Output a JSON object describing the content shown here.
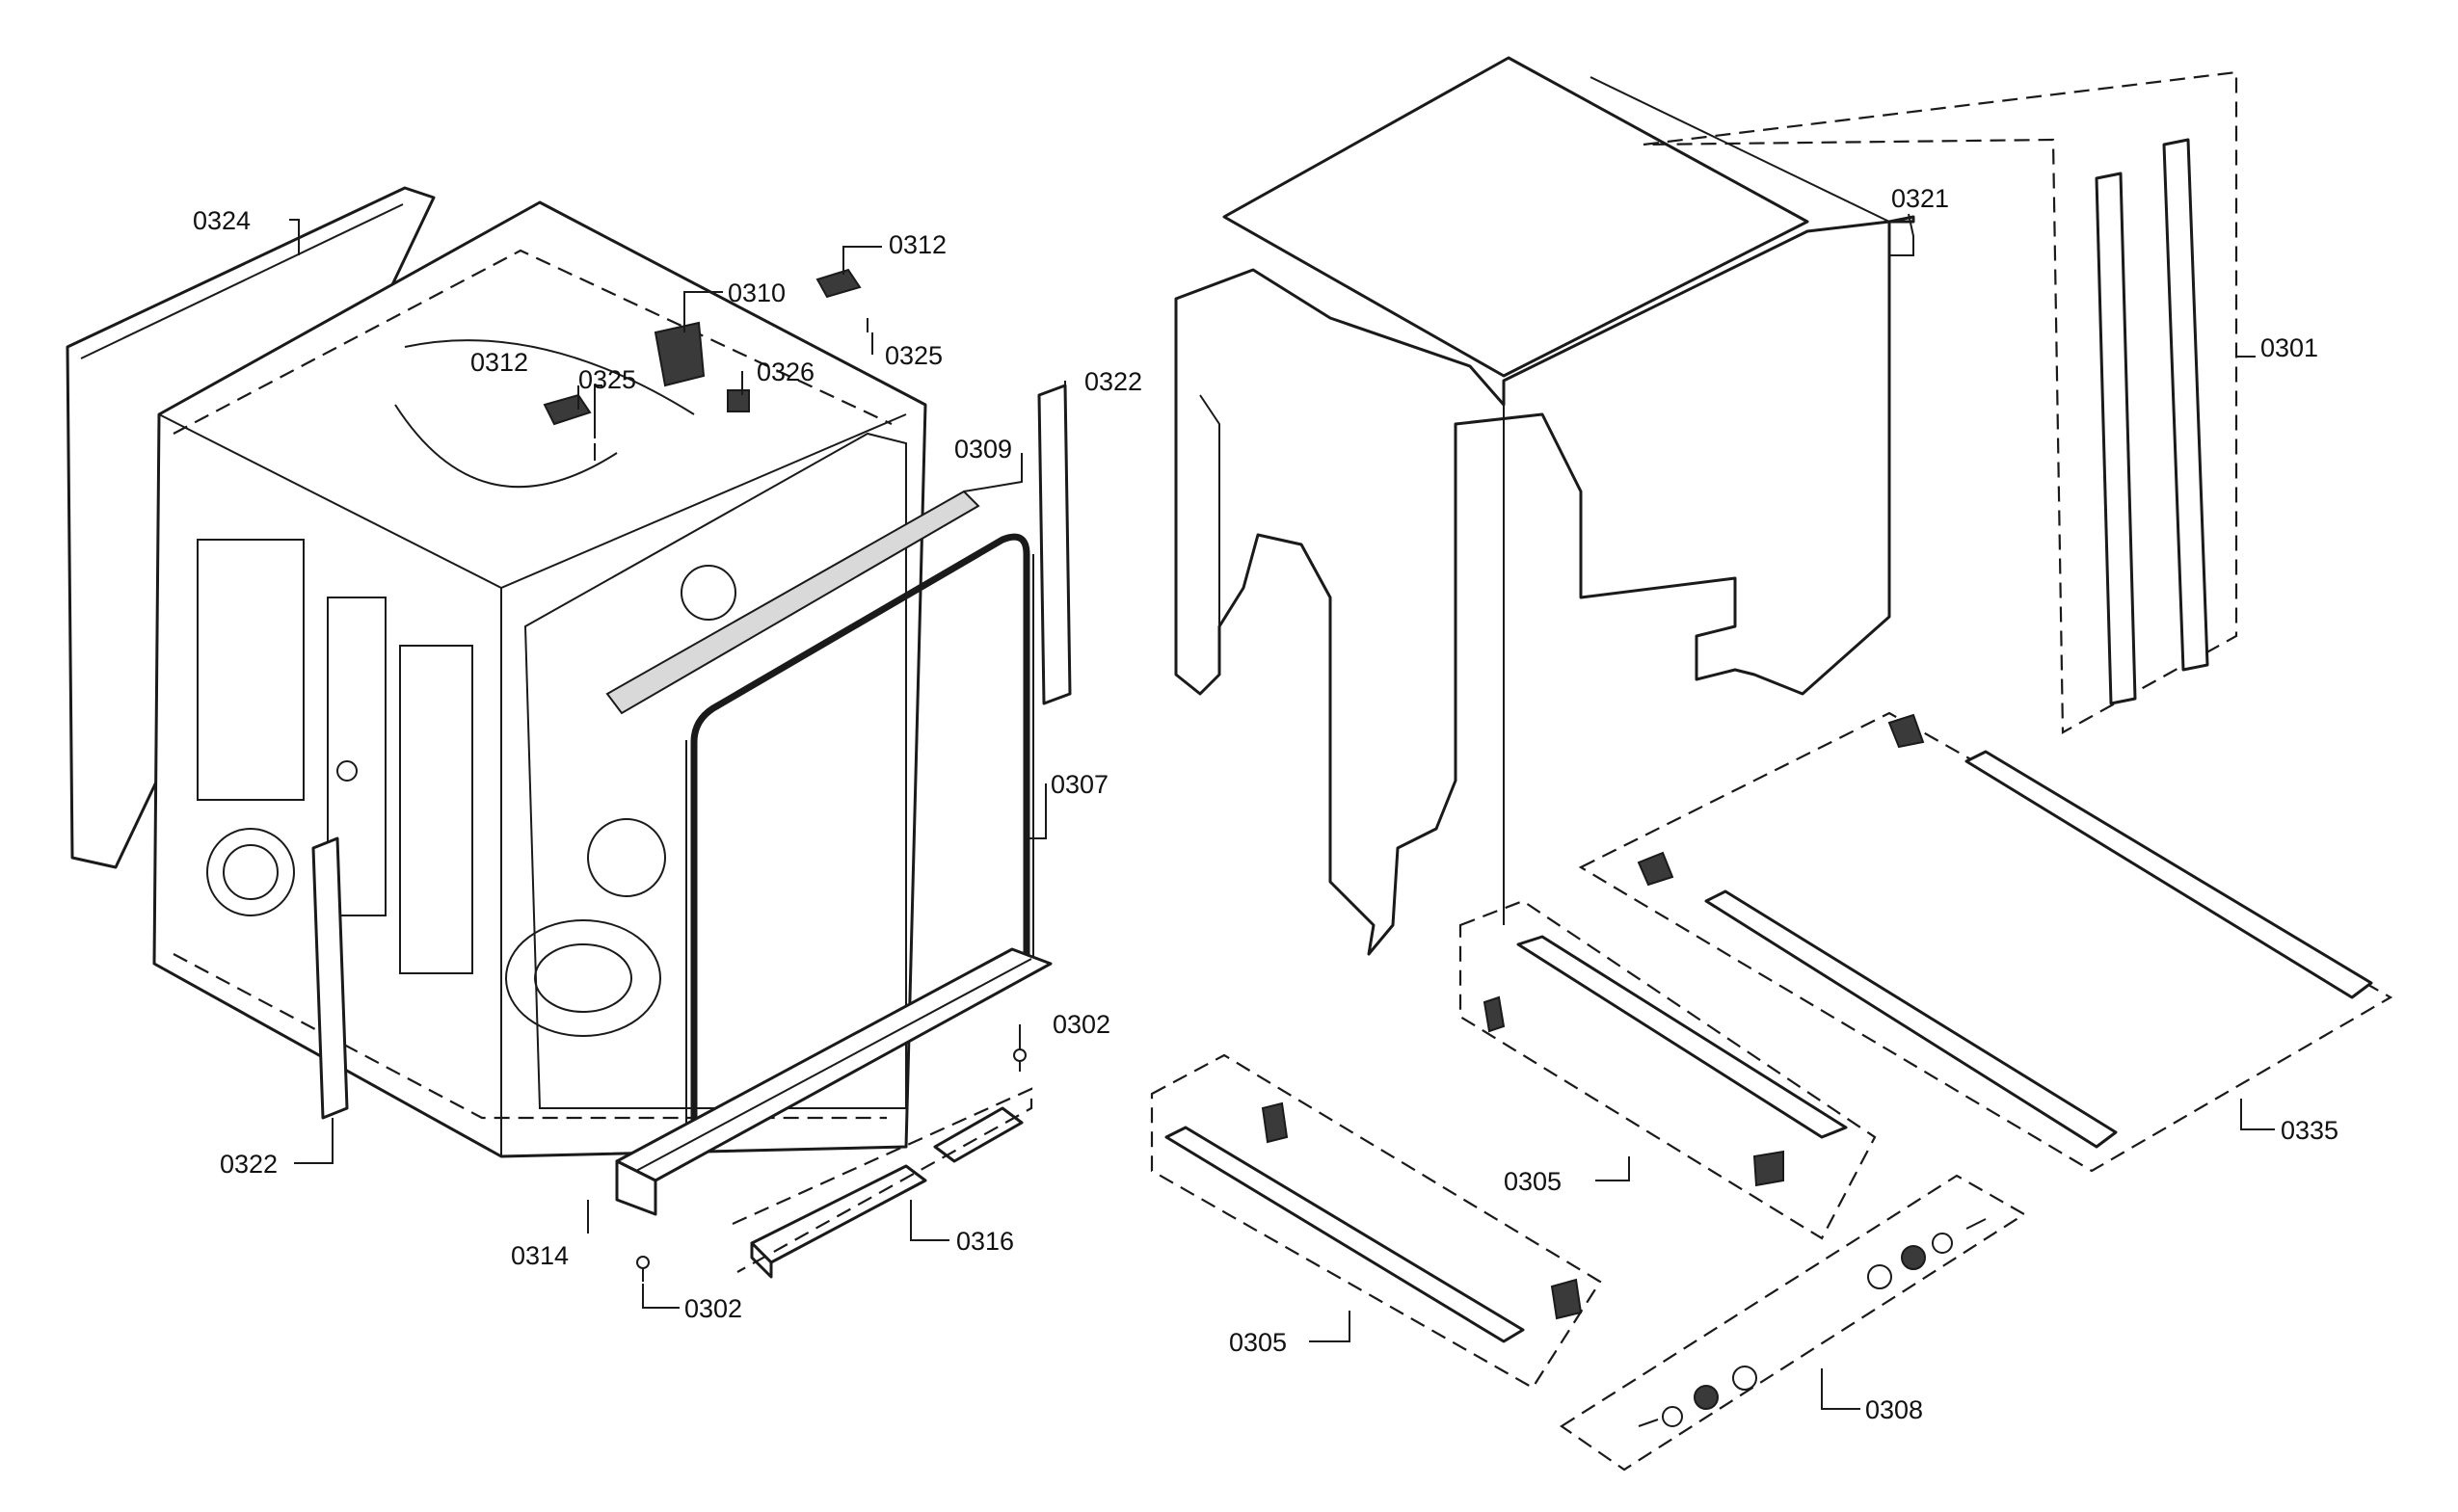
{
  "callouts": [
    {
      "id": "c0324",
      "text": "0324"
    },
    {
      "id": "c0312a",
      "text": "0312"
    },
    {
      "id": "c0310",
      "text": "0310"
    },
    {
      "id": "c0325a",
      "text": "0325"
    },
    {
      "id": "c0312b",
      "text": "0312"
    },
    {
      "id": "c0325b",
      "text": "0325"
    },
    {
      "id": "c0326",
      "text": "0326"
    },
    {
      "id": "c0309",
      "text": "0309"
    },
    {
      "id": "c0322a",
      "text": "0322"
    },
    {
      "id": "c0307",
      "text": "0307"
    },
    {
      "id": "c0302a",
      "text": "0302"
    },
    {
      "id": "c0322b",
      "text": "0322"
    },
    {
      "id": "c0314",
      "text": "0314"
    },
    {
      "id": "c0316",
      "text": "0316"
    },
    {
      "id": "c0302b",
      "text": "0302"
    },
    {
      "id": "c0321",
      "text": "0321"
    },
    {
      "id": "c0301",
      "text": "0301"
    },
    {
      "id": "c0335",
      "text": "0335"
    },
    {
      "id": "c0305a",
      "text": "0305"
    },
    {
      "id": "c0305b",
      "text": "0305"
    },
    {
      "id": "c0308",
      "text": "0308"
    }
  ]
}
